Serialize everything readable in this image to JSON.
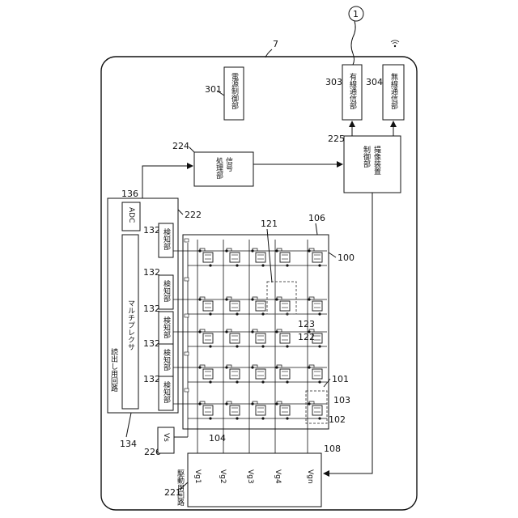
{
  "figure": {
    "device_ref": "7",
    "circle_ref": "1"
  },
  "blocks": {
    "power": {
      "ref": "301",
      "label": "電源制御部"
    },
    "wired": {
      "ref": "303",
      "label": "有線通信部"
    },
    "wireless": {
      "ref": "304",
      "label": "無線通信部"
    },
    "signal": {
      "ref": "224",
      "label_line1": "信号",
      "label_line2": "処理部"
    },
    "imaging_ctrl": {
      "ref": "225",
      "label_line1": "撮像装置",
      "label_line2": "制御部"
    },
    "adc": {
      "ref": "136",
      "label": "ADC"
    },
    "readout": {
      "ref": "222",
      "label": "読出し用回路"
    },
    "multiplexer": {
      "label": "マルチプレクサ"
    },
    "detector": {
      "ref": "132",
      "label": "検知部"
    },
    "detector_refs": [
      "132",
      "132",
      "132",
      "132",
      "132"
    ],
    "vs": {
      "ref": "226",
      "label": "Vs"
    },
    "driver": {
      "ref": "221",
      "label": "駆動用回路"
    },
    "gates": [
      "Vg1",
      "Vg2",
      "Vg3",
      "Vg4",
      "Vgn"
    ]
  },
  "refs": {
    "array": "100",
    "r101": "101",
    "r102": "102",
    "r103": "103",
    "r104": "104",
    "r106": "106",
    "r108": "108",
    "r121": "121",
    "r122": "122",
    "r123": "123",
    "r134": "134"
  }
}
